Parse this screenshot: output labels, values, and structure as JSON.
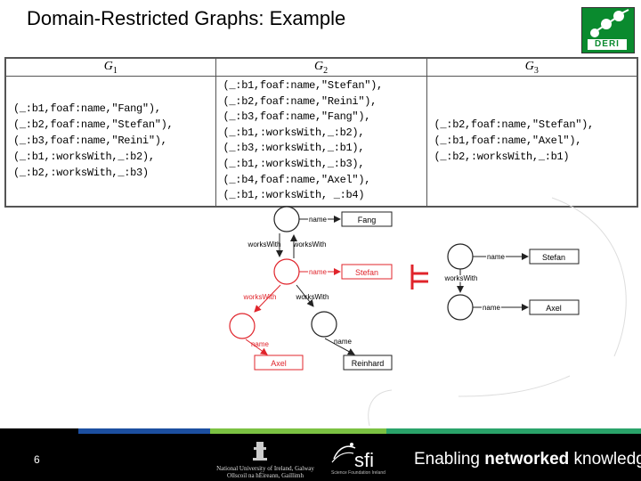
{
  "slide": {
    "title": "Domain-Restricted Graphs: Example",
    "page_number": "6",
    "logo_text": "DERI"
  },
  "table": {
    "headers": [
      {
        "base": "G",
        "sub": "1"
      },
      {
        "base": "G",
        "sub": "2"
      },
      {
        "base": "G",
        "sub": "3"
      }
    ],
    "g1": [
      "(_:b1,foaf:name,\"Fang\"),",
      "(_:b2,foaf:name,\"Stefan\"),",
      "(_:b3,foaf:name,\"Reini\"),",
      "(_:b1,:worksWith,_:b2),",
      "(_:b2,:worksWith,_:b3)"
    ],
    "g2": [
      "(_:b1,foaf:name,\"Stefan\"),",
      "(_:b2,foaf:name,\"Reini\"),",
      "(_:b3,foaf:name,\"Fang\"),",
      "(_:b1,:worksWith,_:b2),",
      "(_:b3,:worksWith,_:b1),",
      "(_:b1,:worksWith,_:b3),",
      "(_:b4,foaf:name,\"Axel\"),",
      "(_:b1,:worksWith, _:b4)"
    ],
    "g3": [
      "(_:b2,foaf:name,\"Stefan\"),",
      "(_:b1,foaf:name,\"Axel\"),",
      "(_:b2,:worksWith,_:b1)"
    ]
  },
  "graph_left": {
    "labels": {
      "name1": "name",
      "name2": "name",
      "name3": "name",
      "name4": "name",
      "works1": "worksWith",
      "works2": "worksWith",
      "works3": "worksWith",
      "works4": "worksWith"
    },
    "literals": {
      "fang": "Fang",
      "stefan": "Stefan",
      "axel": "Axel",
      "reinhard": "Reinhard"
    }
  },
  "graph_right": {
    "labels": {
      "name1": "name",
      "name2": "name",
      "works1": "worksWith"
    },
    "literals": {
      "stefan": "Stefan",
      "axel": "Axel"
    }
  },
  "footer": {
    "nui_line1": "National University of Ireland, Galway",
    "nui_line2": "Ollscoil na hÉireann, Gaillimh",
    "sfi": "sfi",
    "sfi_sub": "Science Foundation Ireland",
    "tagline_pre": "Enabling ",
    "tagline_bold": "networked",
    "tagline_post": " knowledge."
  },
  "colors": {
    "highlight": "#e0242b",
    "deri_green": "#0a8a2e",
    "footer_strip_blue": "#1c4fa0",
    "footer_strip_green": "#7bc142",
    "footer_strip_teal": "#2aa36a"
  },
  "icons": {
    "entails": "double-turnstile-icon"
  }
}
